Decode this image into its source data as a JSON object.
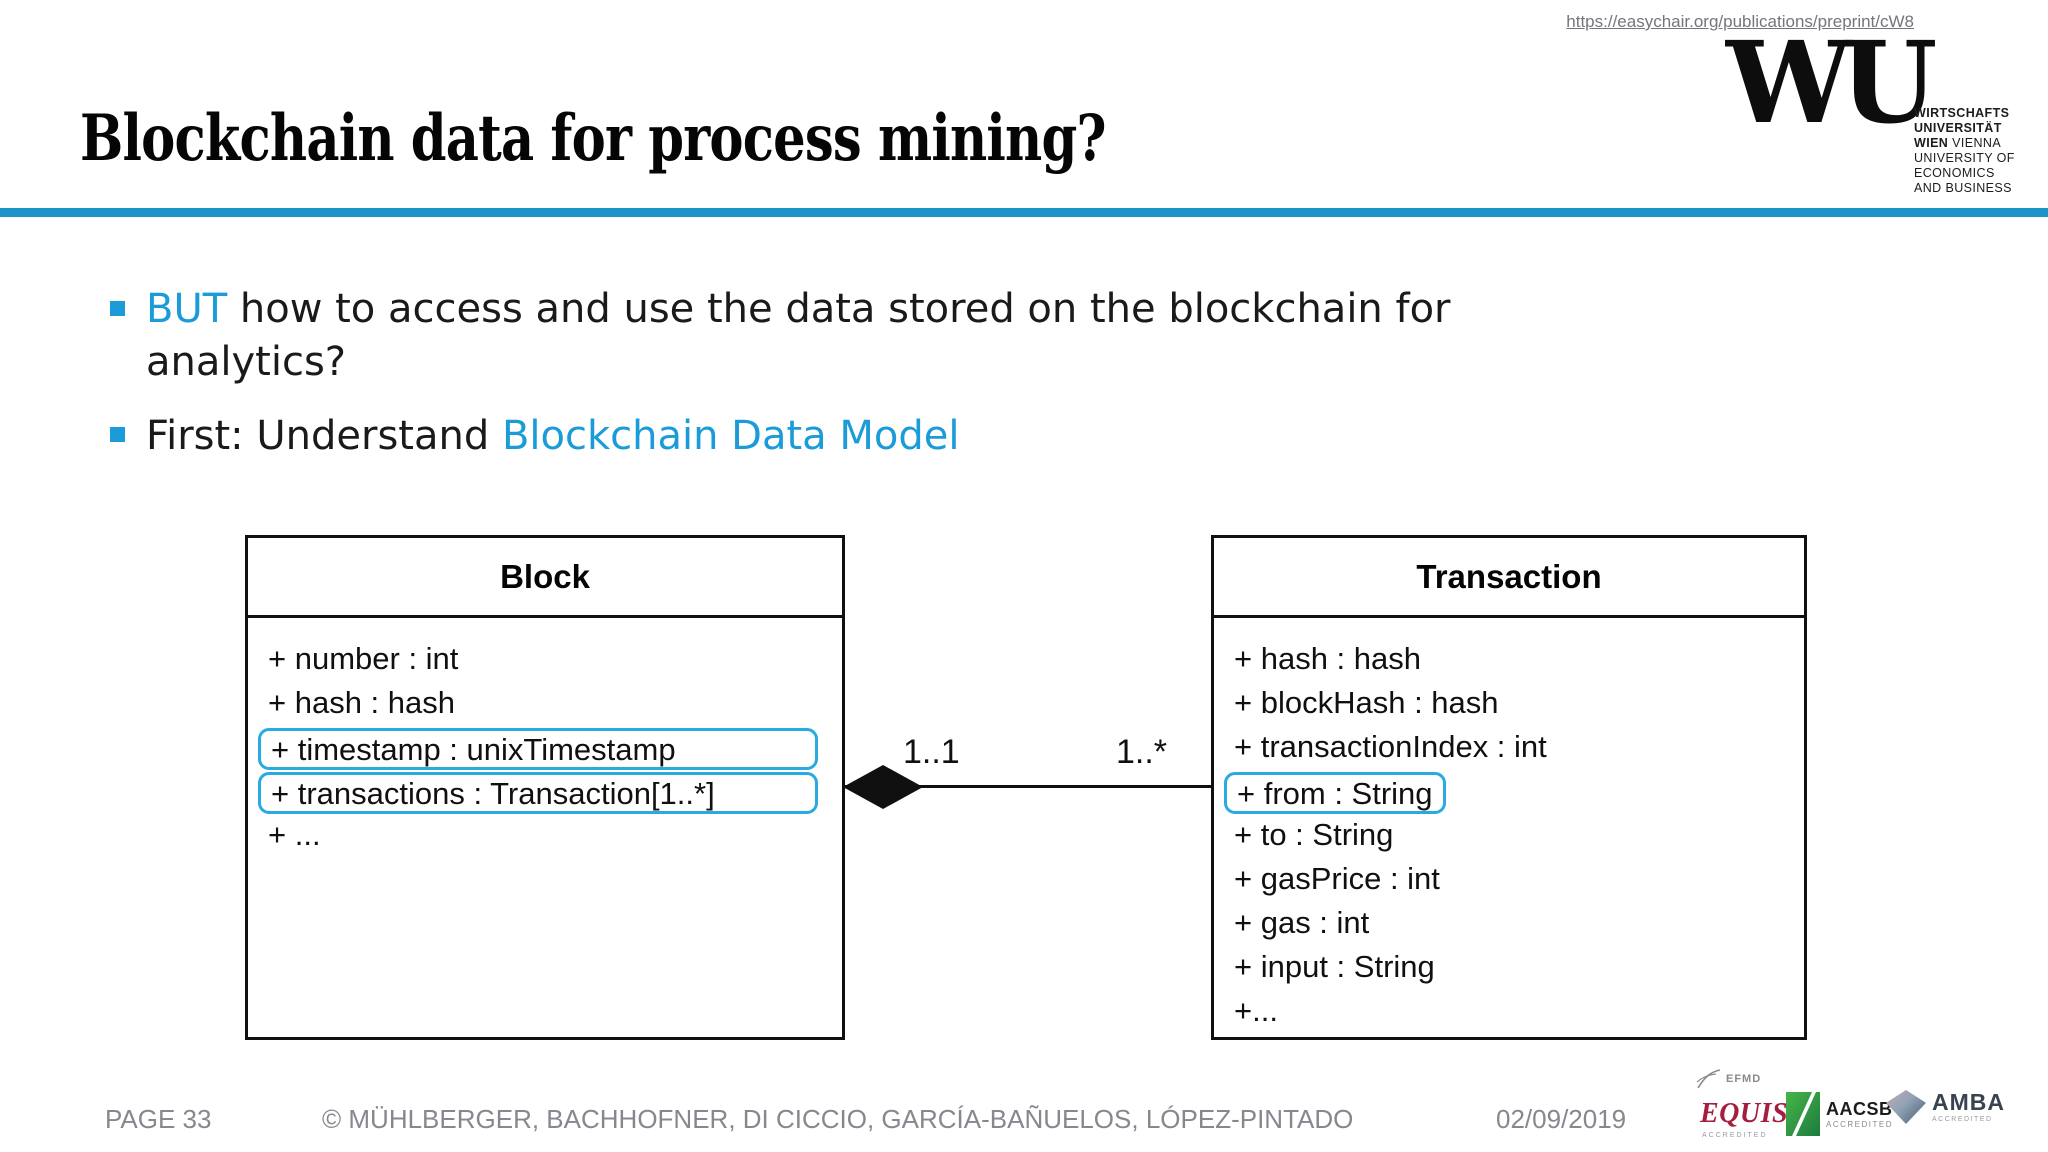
{
  "header": {
    "url": "https://easychair.org/publications/preprint/cW8",
    "title": "Blockchain data for process mining?"
  },
  "wu_logo": {
    "monogram": "WU",
    "line1": "WIRTSCHAFTS",
    "line2": "UNIVERSITÄT",
    "line3_bold": "WIEN",
    "line3_rest": " VIENNA",
    "line4": "UNIVERSITY OF",
    "line5": "ECONOMICS",
    "line6": "AND BUSINESS"
  },
  "bullets": {
    "b1_accent": "BUT",
    "b1_line1_rest": " how to access and use the data stored on the blockchain for",
    "b1_line2": "analytics?",
    "b2_prefix": "First: Understand ",
    "b2_accent": "Blockchain Data Model"
  },
  "diagram": {
    "block": {
      "title": "Block",
      "attributes": [
        {
          "text": "+ number : int",
          "highlighted": false
        },
        {
          "text": "+ hash : hash",
          "highlighted": false
        },
        {
          "text": "+ timestamp : unixTimestamp",
          "highlighted": true
        },
        {
          "text": "+ transactions : Transaction[1..*]",
          "highlighted": true
        },
        {
          "text": "+ ...",
          "highlighted": false
        }
      ]
    },
    "transaction": {
      "title": "Transaction",
      "attributes": [
        {
          "text": "+ hash : hash",
          "highlighted": false
        },
        {
          "text": "+ blockHash : hash",
          "highlighted": false
        },
        {
          "text": "+ transactionIndex : int",
          "highlighted": false
        },
        {
          "text": "+ from : String",
          "highlighted": true
        },
        {
          "text": "+ to : String",
          "highlighted": false
        },
        {
          "text": "+ gasPrice : int",
          "highlighted": false
        },
        {
          "text": "+ gas : int",
          "highlighted": false
        },
        {
          "text": "+ input : String",
          "highlighted": false
        },
        {
          "text": "+...",
          "highlighted": false
        }
      ]
    },
    "multiplicity_source": "1..1",
    "multiplicity_target": "1..*"
  },
  "footer": {
    "page": "PAGE 33",
    "copyright": "© MÜHLBERGER, BACHHOFNER, DI CICCIO, GARCÍA-BAÑUELOS, LÓPEZ-PINTADO",
    "date": "02/09/2019"
  },
  "accreditations": {
    "efmd": "EFMD",
    "equis": "EQUIS",
    "equis_sub": "ACCREDITED",
    "aacsb": "AACSB",
    "aacsb_sub": "ACCREDITED",
    "amba": "AMBA",
    "amba_sub": "ACCREDITED"
  },
  "colors": {
    "accent_text": "#1b9cd8",
    "highlight_border": "#29abe2",
    "title_rule": "#1b94c7",
    "footer_text": "#87878f",
    "equis_red": "#a31e3f",
    "aacsb_green": "#2f9e41"
  }
}
